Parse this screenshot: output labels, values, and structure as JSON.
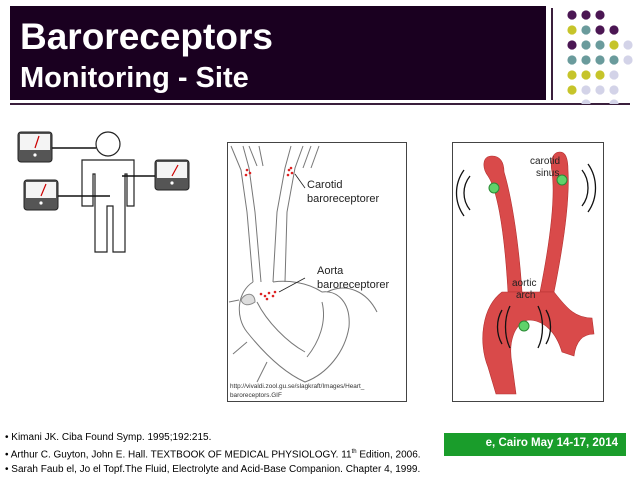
{
  "title": {
    "line1": "Baroreceptors",
    "line2": "Monitoring - Site"
  },
  "figures": {
    "aorta": {
      "carotid_label_1": "Carotid",
      "carotid_label_2": "baroreceptorer",
      "aorta_label_1": "Aorta",
      "aorta_label_2": "baroreceptorer",
      "url_1": "http://vivaldi.zool.gu.se/slagkraft/Images/Heart_",
      "url_2": "baroreceptors.GIF"
    },
    "arteries": {
      "carotid_1": "carotid",
      "carotid_2": "sinus",
      "aortic_1": "aortic",
      "aortic_2": "arch"
    }
  },
  "banner": {
    "text": "e, Cairo May 14-17, 2014"
  },
  "references": {
    "r1": "• Kimani JK. Ciba Found Symp. 1995;192:215.",
    "r2_before": "• Arthur C. Guyton, John E. Hall. TEXTBOOK OF MEDICAL PHYSIOLOGY. 11",
    "r2_sup": "th",
    "r2_after": " Edition, 2006.",
    "r3": "• Sarah Faub el, Jo el Topf.The Fluid, Electrolyte and Acid-Base Companion. Chapter 4, 1999."
  },
  "colors": {
    "title_bg": "#1a0020",
    "dot_purple": "#4b1653",
    "dot_teal": "#6a9b9c",
    "dot_yellow": "#c6c42a",
    "dot_lavender": "#d3d3e8",
    "banner_green": "#1a9d2b",
    "artery_red": "#d94a4a"
  },
  "icons": [
    "gauge-icon",
    "human-figure-icon",
    "heart-drawing",
    "artery-drawing",
    "sensor-dot-icon"
  ]
}
